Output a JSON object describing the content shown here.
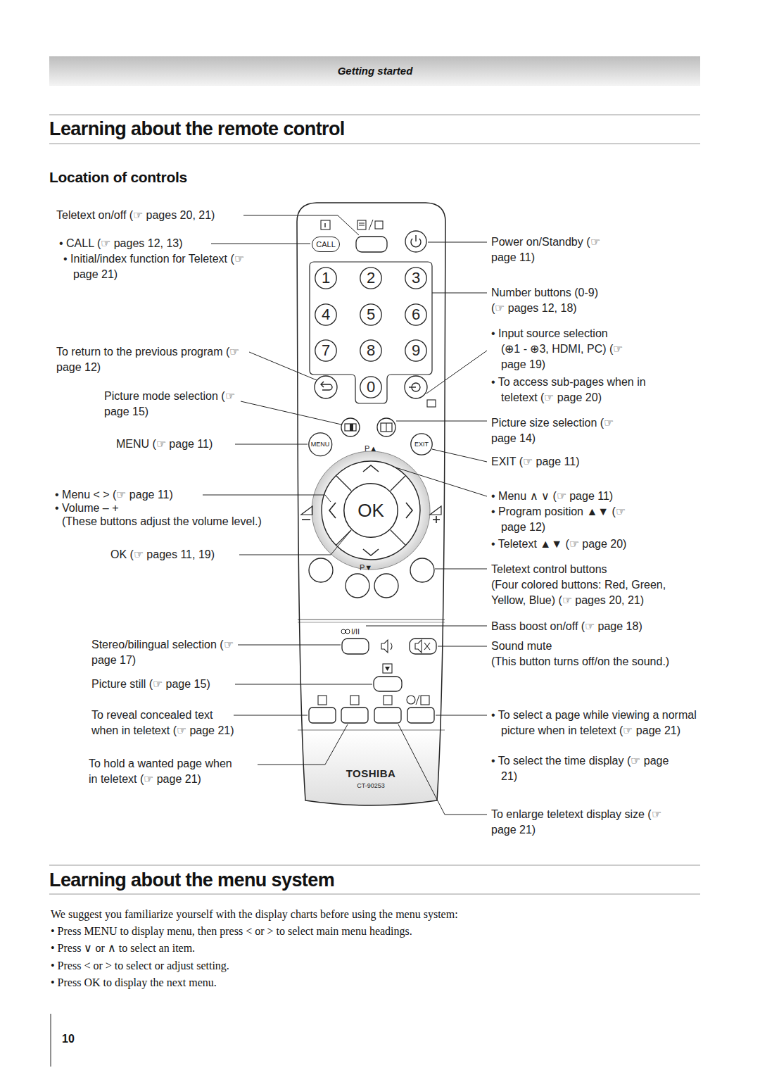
{
  "diagram": {
    "title": "Learning about the remote control",
    "nodes": [
      {
        "text": [
          "P▲",
          "P▼",
          "TOSHIBA",
          "CT-90253"
        ]
      },
      {
        "text": [
          "CALL"
        ],
        "in": 0
      },
      {
        "text": [
          "1"
        ],
        "in": 0
      },
      {
        "text": [
          "2"
        ],
        "in": 0
      },
      {
        "text": [
          "3"
        ],
        "in": 0
      },
      {
        "text": [
          "4"
        ],
        "in": 0
      },
      {
        "text": [
          "5"
        ],
        "in": 0
      },
      {
        "text": [
          "6"
        ],
        "in": 0
      },
      {
        "text": [
          "7"
        ],
        "in": 0
      },
      {
        "text": [
          "8"
        ],
        "in": 0
      },
      {
        "text": [
          "9"
        ],
        "in": 0
      },
      {
        "text": [
          "0"
        ],
        "in": 0
      },
      {
        "text": [
          "MENU"
        ],
        "in": 0
      },
      {
        "text": [
          "EXIT"
        ],
        "in": 0
      },
      {
        "text": [
          "OK"
        ],
        "in": 0
      }
    ],
    "labels": [
      "Getting started",
      "Location of controls",
      "Teletext on/off (☞ pages 20, 21)",
      "• CALL (☞ pages 12, 13)",
      "• Initial/index function for Teletext (☞ page 21)",
      "To return to the previous program (☞ page 12)",
      "Picture mode selection (☞ page 15)",
      "MENU (☞ page 11)",
      "• Menu < > (☞ page 11)",
      "• Volume – +",
      "(These buttons adjust the volume level.)",
      "OK (☞ pages 11, 19)",
      "I/II",
      "Stereo/bilingual selection (☞ page 17)",
      "Picture still (☞ page 15)",
      "To reveal concealed text when in teletext (☞ page 21)",
      "To hold a wanted page when in teletext (☞ page 21)",
      "Power on/Standby (☞ page 11)",
      "Number buttons (0-9) (☞ pages 12, 18)",
      "• Input source selection (⊕1 - ⊕3, HDMI, PC) (☞ page 19)",
      "• To access sub-pages when in teletext (☞ page 20)",
      "Picture size selection (☞ page 14)",
      "EXIT (☞ page 11)",
      "• Menu ∧ ∨ (☞ page 11)",
      "• Program position ▲▼ (☞ page 12)",
      "• Teletext ▲▼ (☞ page 20)",
      "Teletext control buttons",
      "(Four colored buttons: Red, Green, Yellow, Blue) (☞ pages 20, 21)",
      "Bass boost on/off (☞ page 18)",
      "Sound mute",
      "(This button turns off/on the sound.)",
      "• To select a page while viewing a normal picture when in teletext (☞ page 21)",
      "• To select the time display (☞ page 21)",
      "To enlarge teletext display size (☞ page 21)",
      "Learning about the menu system",
      "We suggest you familiarize yourself with the display charts before using the menu system:",
      "• Press MENU to display menu, then press < or > to select main menu headings.",
      "• Press ∨ or ∧ to select an item.",
      "• Press < or > to select or adjust setting.",
      "• Press OK to display the next menu.",
      "10"
    ]
  }
}
